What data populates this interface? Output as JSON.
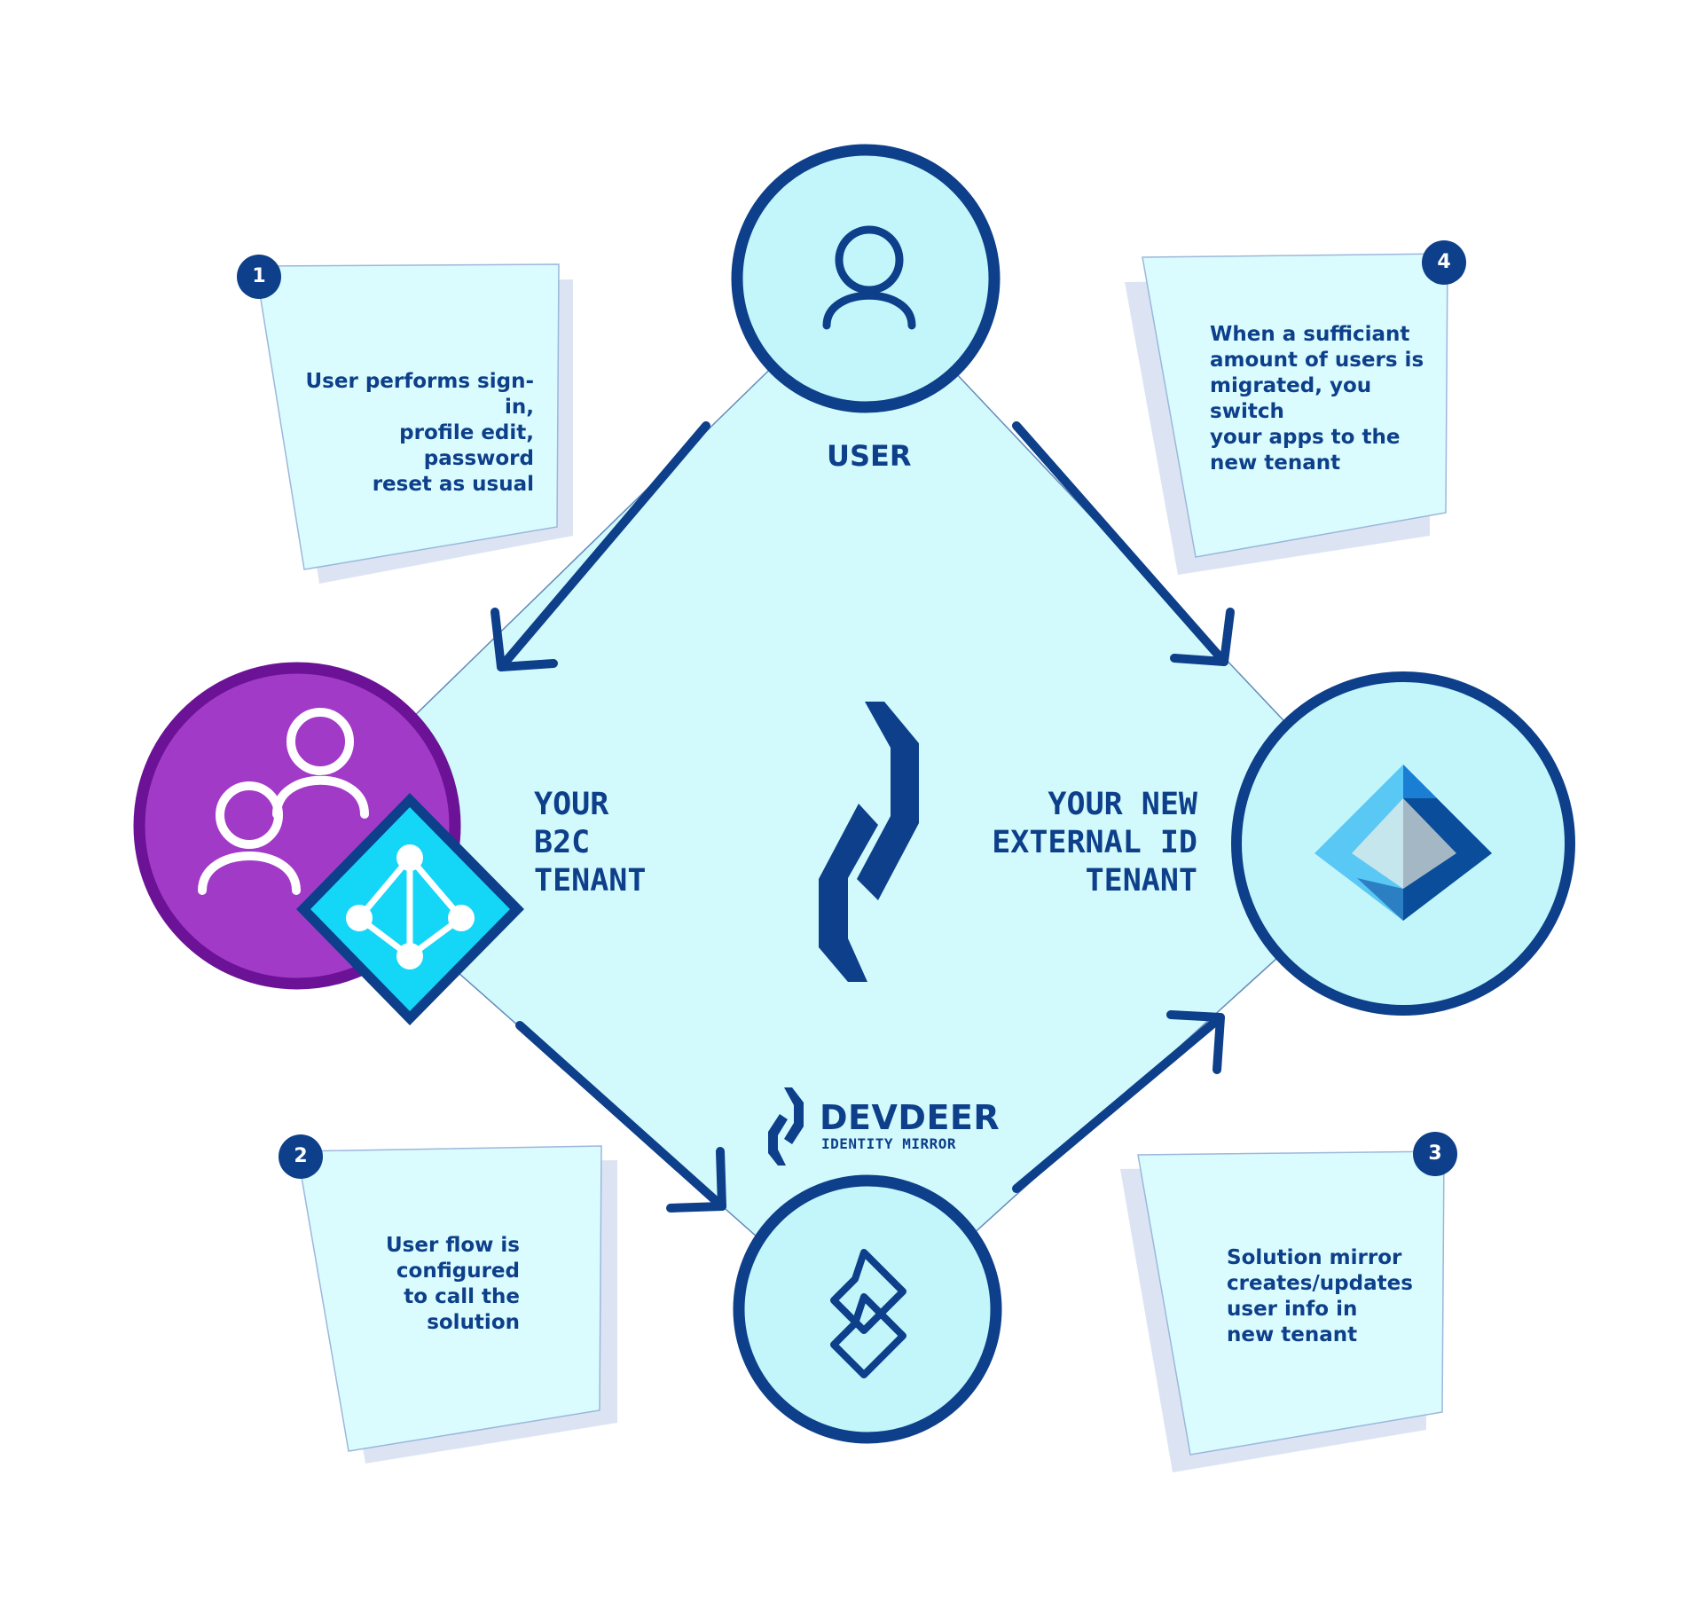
{
  "nodes": {
    "user": {
      "label": "USER"
    },
    "b2c": {
      "label": "YOUR\nB2C\nTENANT"
    },
    "external": {
      "label": "YOUR NEW\nEXTERNAL ID\nTENANT"
    },
    "mirror": {
      "brand_name": "DEVDEER",
      "brand_sub": "IDENTITY MIRROR"
    }
  },
  "steps": [
    {
      "number": "1",
      "text": "User performs sign-in,\nprofile edit, password\nreset as usual"
    },
    {
      "number": "2",
      "text": "User flow is\nconfigured\nto call the\nsolution"
    },
    {
      "number": "3",
      "text": "Solution mirror\ncreates/updates\nuser info in\nnew tenant"
    },
    {
      "number": "4",
      "text": "When a sufficiant\namount of users is\nmigrated, you switch\nyour apps to the\nnew tenant"
    }
  ],
  "colors": {
    "navy": "#0d3f8a",
    "dark_navy": "#1a3a8c",
    "light_cyan": "#d2fafd",
    "circle_fill": "#c2f6fb",
    "card_fill": "#dafcfe",
    "card_shadow": "#dce4f4",
    "purple": "#a23ac8",
    "purple_dark": "#6b1296",
    "cyan_bright": "#14d6f7",
    "azure_light": "#59c8f5",
    "azure_dark": "#0a4d9a"
  },
  "icons": {
    "user_node": "user-icon",
    "b2c_node": "users-group-icon",
    "b2c_badge": "azure-ad-b2c-icon",
    "external_node": "entra-external-id-icon",
    "mirror_node": "identity-mirror-icon",
    "center": "devdeer-logo-icon"
  }
}
